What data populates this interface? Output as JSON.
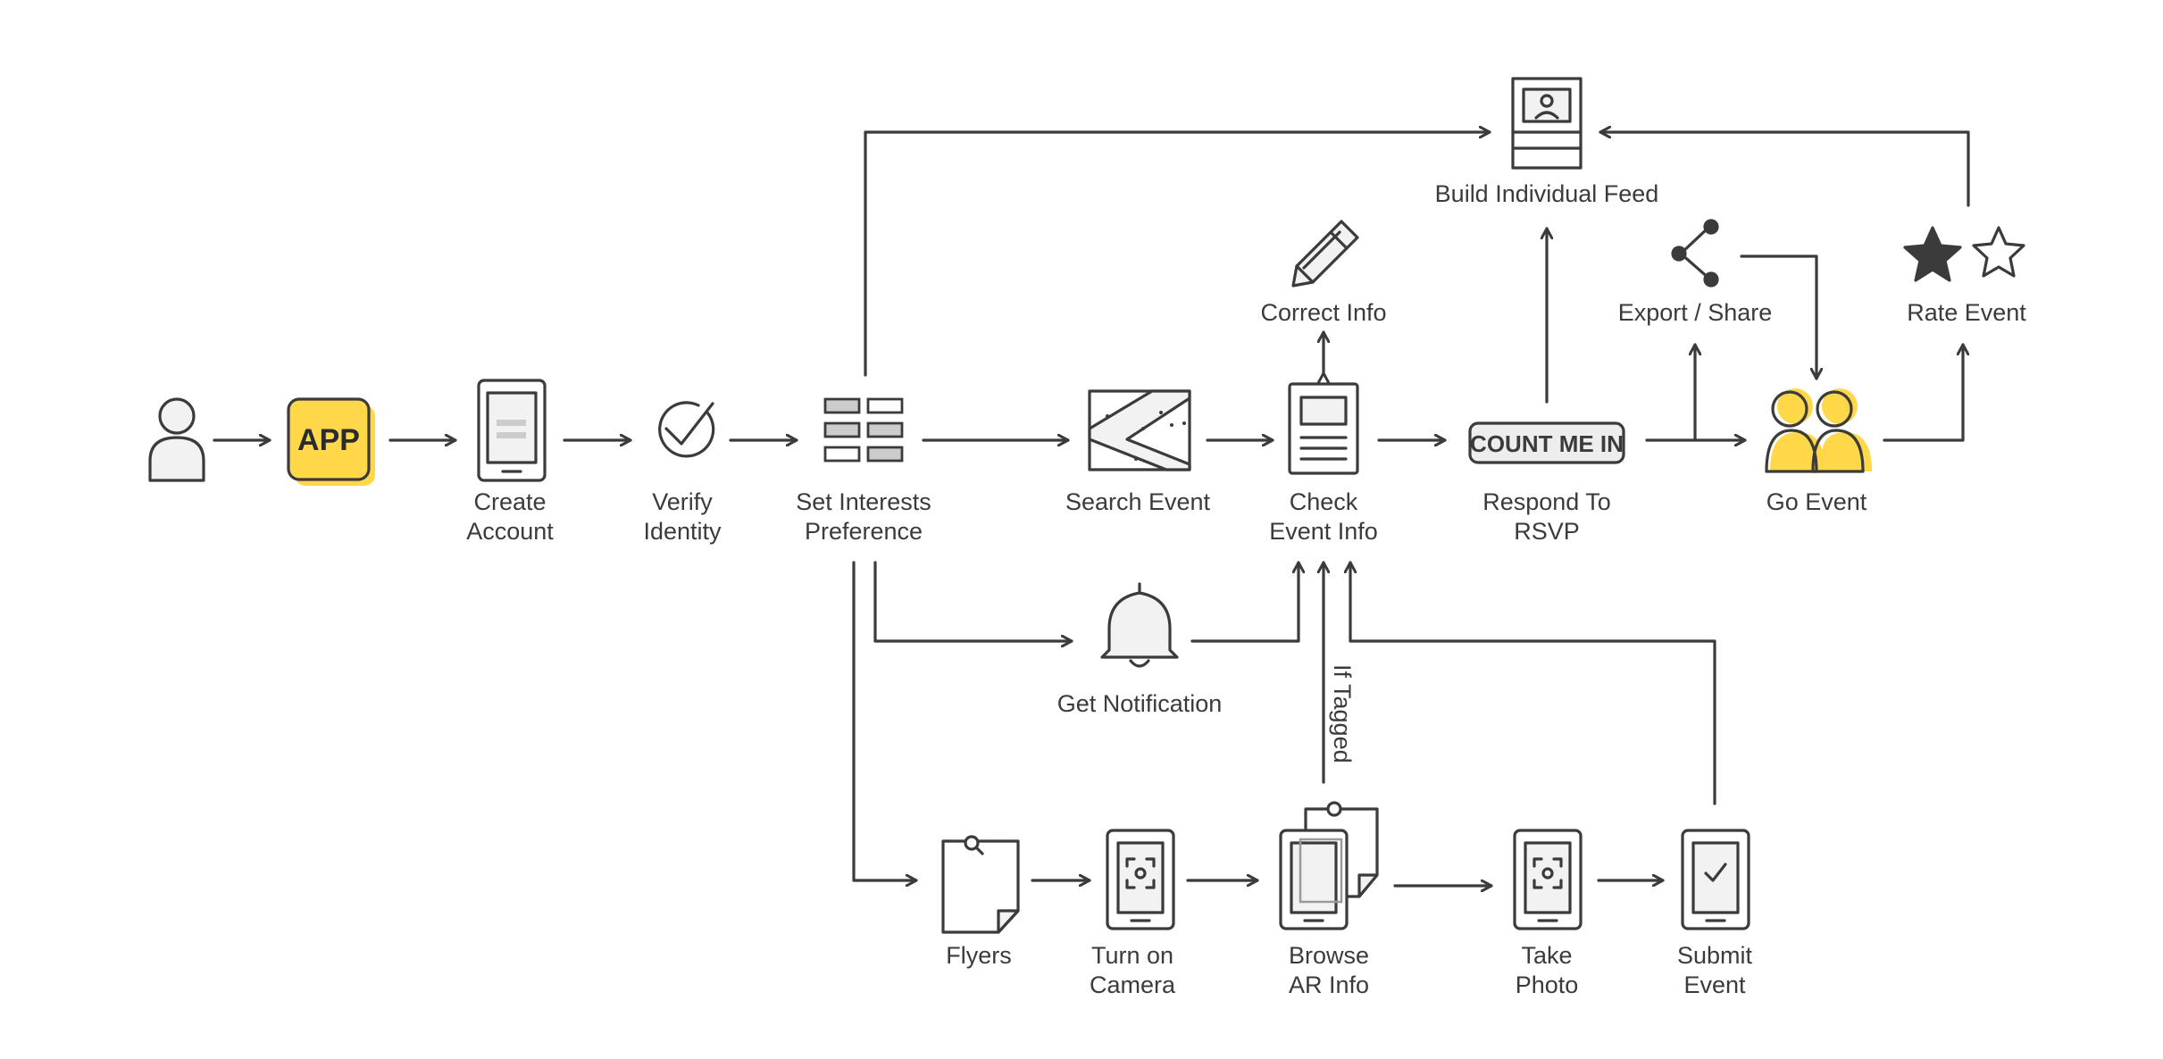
{
  "colors": {
    "accent": "#ffd84a",
    "ink": "#3b3b3b",
    "fill": "#f2f2f2"
  },
  "app_badge": "APP",
  "rsvp_button": "COUNT ME IN",
  "edge_labels": {
    "if_tagged": "If Tagged"
  },
  "steps": {
    "user": {
      "icon": "user-icon"
    },
    "app": {
      "icon": "app-badge-icon"
    },
    "create_account": {
      "icon": "tablet-icon",
      "line1": "Create",
      "line2": "Account"
    },
    "verify_identity": {
      "icon": "check-circle-icon",
      "line1": "Verify",
      "line2": "Identity"
    },
    "set_interests": {
      "icon": "grid-list-icon",
      "line1": "Set Interests",
      "line2": "Preference"
    },
    "search_event": {
      "icon": "map-icon",
      "line1": "Search Event"
    },
    "check_event_info": {
      "icon": "document-icon",
      "line1": "Check",
      "line2": "Event Info"
    },
    "correct_info": {
      "icon": "pencil-icon",
      "line1": "Correct Info"
    },
    "respond_rsvp": {
      "icon": "button-icon",
      "line1": "Respond To",
      "line2": "RSVP"
    },
    "build_feed": {
      "icon": "profile-card-icon",
      "line1": "Build Individual Feed"
    },
    "export_share": {
      "icon": "share-icon",
      "line1": "Export / Share"
    },
    "go_event": {
      "icon": "people-icon",
      "line1": "Go Event"
    },
    "rate_event": {
      "icon": "star-icon",
      "line1": "Rate Event"
    },
    "get_notification": {
      "icon": "bell-icon",
      "line1": "Get Notification"
    },
    "flyers": {
      "icon": "flyer-icon",
      "line1": "Flyers"
    },
    "turn_on_camera": {
      "icon": "camera-phone-icon",
      "line1": "Turn on",
      "line2": "Camera"
    },
    "browse_ar_info": {
      "icon": "ar-phone-icon",
      "line1": "Browse",
      "line2": "AR Info"
    },
    "take_photo": {
      "icon": "camera-phone-icon",
      "line1": "Take",
      "line2": "Photo"
    },
    "submit_event": {
      "icon": "phone-check-icon",
      "line1": "Submit",
      "line2": "Event"
    }
  }
}
